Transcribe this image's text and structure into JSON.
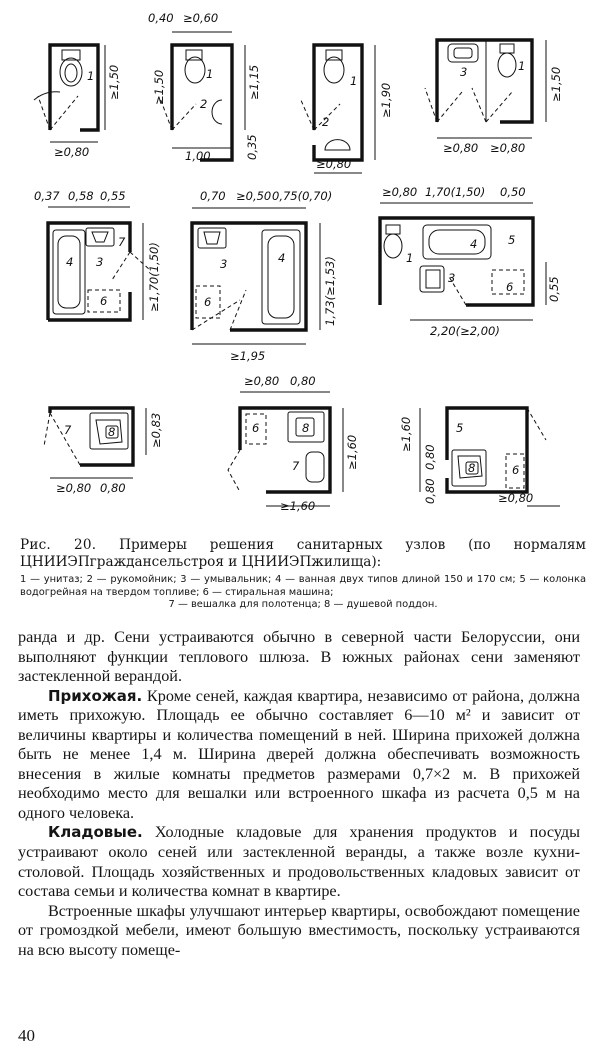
{
  "figure": {
    "dims": {
      "p1_w": "≥0,80",
      "p1_h": "≥1,50",
      "p2_top_a": "0,40",
      "p2_top_b": "≥0,60",
      "p2_h": "≥1,50",
      "p2_r1": "≥1,15",
      "p2_r2": "0,35",
      "p2_bot": "1,00",
      "p3_h": "≥1,90",
      "p3_w": "≥0,80",
      "p4_h": "≥1,50",
      "p4_w1": "≥0,80",
      "p4_w2": "≥0,80",
      "p5_a": "0,37",
      "p5_b": "0,58",
      "p5_c": "0,55",
      "p5_h": "≥1,70(1,50)",
      "p6_a": "0,70",
      "p6_b": "≥0,50",
      "p6_c": "0,75(0,70)",
      "p6_h": "1,73(≥1,53)",
      "p6_w": "≥1,95",
      "p7_a": "≥0,80",
      "p7_b": "1,70(1,50)",
      "p7_c": "0,50",
      "p7_h": "0,55",
      "p7_w": "2,20(≥2,00)",
      "p8_h": "≥0,83",
      "p8_w1": "≥0,80",
      "p8_w2": "0,80",
      "p9_a": "≥0,80",
      "p9_b": "0,80",
      "p9_h": "≥1,60",
      "p9_w": "≥1,60",
      "p10_h1": "≥1,60",
      "p10_h2": "0,80",
      "p10_h3": "0,80",
      "p10_w": "≥0,80"
    },
    "nums": {
      "n1": "1",
      "n2": "2",
      "n3": "3",
      "n4": "4",
      "n5": "5",
      "n6": "6",
      "n7": "7",
      "n8": "8"
    }
  },
  "caption": {
    "title_label": "Рис. 20.",
    "title_text": "Примеры решения санитарных узлов (по нормалям ЦНИИЭПграждансельстроя и ЦНИИЭПжилища):",
    "legend_line1": "1 — унитаз; 2 — рукомойник; 3 — умывальник; 4 — ванная двух типов длиной 150 и 170 см; 5 — колонка водогрейная на твердом топливе; 6 — стиральная машина;",
    "legend_line2": "7 — вешалка для полотенца; 8 — душевой поддон."
  },
  "body": {
    "p1": "ранда и др. Сени устраиваются обычно в северной части Белоруссии, они выполняют функции теплового шлюза. В южных районах сени заменяют застекленной верандой.",
    "p2_head": "Прихожая.",
    "p2": " Кроме сеней, каждая квартира, независимо от района, должна иметь прихожую. Площадь ее обычно составляет 6—10 м² и зависит от величины квартиры и количества помещений в ней. Ширина прихожей должна быть не менее 1,4 м. Ширина дверей должна обеспечивать возможность внесения в жилые комнаты предметов размерами 0,7×2 м. В прихожей необходимо место для вешалки или встроенного шкафа из расчета 0,5 м на одного человека.",
    "p3_head": "Кладовые.",
    "p3": " Холодные кладовые для хранения продуктов и посуды устраивают около сеней или застекленной веранды, а также возле кухни-столовой. Площадь хозяйственных и продовольственных кладовых зависит от состава семьи и количества комнат в квартире.",
    "p4": "Встроенные шкафы улучшают интерьер квартиры, освобождают помещение от громоздкой мебели, имеют большую вместимость, поскольку устраиваются на всю высоту помеще-"
  },
  "page_number": "40"
}
